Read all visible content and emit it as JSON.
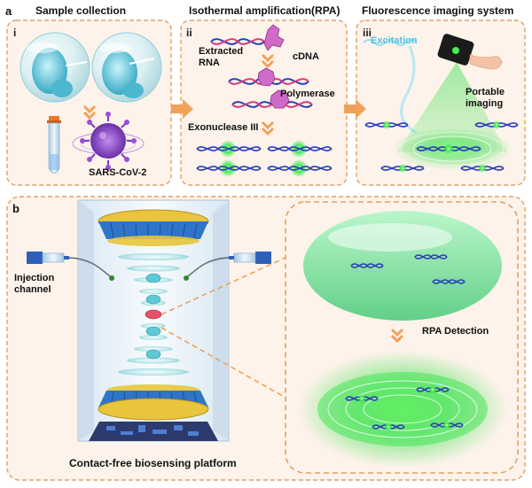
{
  "panel_a": {
    "letter": "a",
    "sections": [
      {
        "roman": "i",
        "title": "Sample collection"
      },
      {
        "roman": "ii",
        "title": "Isothermal amplification(RPA)"
      },
      {
        "roman": "iii",
        "title": "Fluorescence imaging system"
      }
    ],
    "labels": {
      "virus": "SARS-CoV-2",
      "extracted_rna": "Extracted\nRNA",
      "cdna": "cDNA",
      "polymerase": "Polymerase",
      "exonuclease": "Exonuclease III",
      "excitation": "Excitation",
      "portable_imaging": "Portable\nimaging"
    }
  },
  "panel_b": {
    "letter": "b",
    "labels": {
      "injection_channel": "Injection\nchannel",
      "rpa_detection": "RPA Detection",
      "platform": "Contact-free biosensing platform"
    }
  },
  "colors": {
    "dashed_border": "#e3a066",
    "panel_fill": "#fdf3ea",
    "arrow_orange": "#f0a15a",
    "glow_green": "#35e04a",
    "dna_blue": "#2b3fb8",
    "dna_pink": "#d9397a",
    "virus_purple": "#8d45c9",
    "head_cyan": "#7fd8e8",
    "device_yellow": "#e8c53a",
    "device_blue": "#2e75c8"
  }
}
